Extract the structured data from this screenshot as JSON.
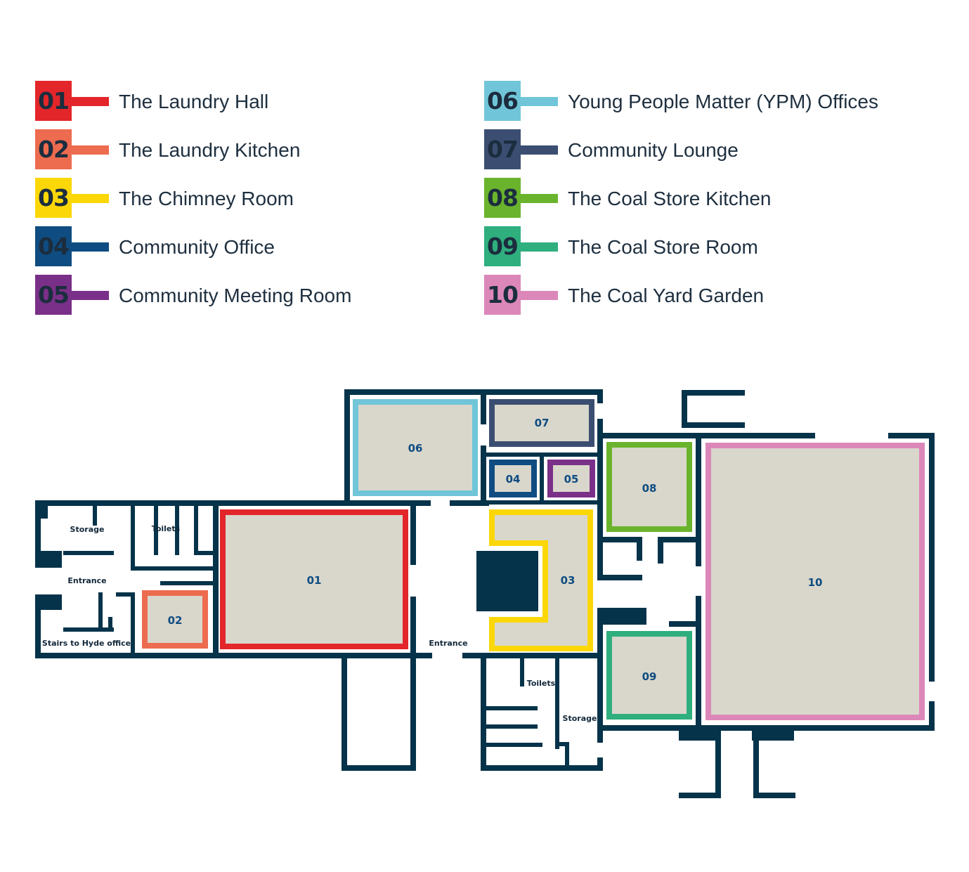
{
  "legend": [
    {
      "number": "01",
      "label": "The Laundry Hall",
      "color": "#e3262a"
    },
    {
      "number": "02",
      "label": "The Laundry Kitchen",
      "color": "#ed6b4f"
    },
    {
      "number": "03",
      "label": "The Chimney Room",
      "color": "#fcd707"
    },
    {
      "number": "04",
      "label": "Community Office",
      "color": "#0f4c81"
    },
    {
      "number": "05",
      "label": "Community Meeting Room",
      "color": "#7a3088"
    },
    {
      "number": "06",
      "label": "Young People Matter (YPM) Offices",
      "color": "#70c6d8"
    },
    {
      "number": "07",
      "label": "Community Lounge",
      "color": "#3b4e72"
    },
    {
      "number": "08",
      "label": "The Coal Store Kitchen",
      "color": "#6ab42d"
    },
    {
      "number": "09",
      "label": "The Coal Store Room",
      "color": "#2fae7e"
    },
    {
      "number": "10",
      "label": "The Coal Yard Garden",
      "color": "#dc87b9"
    }
  ],
  "plan": {
    "wall_color": "#04334a",
    "room_fill": "#d9d7cc",
    "rooms": {
      "r01": "01",
      "r02": "02",
      "r03": "03",
      "r04": "04",
      "r05": "05",
      "r06": "06",
      "r07": "07",
      "r08": "08",
      "r09": "09",
      "r10": "10"
    },
    "labels": {
      "storage_west": "Storage",
      "toilets_west": "Toilets",
      "entrance_west": "Entrance",
      "stairs": "Stairs to Hyde office",
      "entrance_center": "Entrance",
      "toilets_south": "Toilets",
      "storage_south": "Storage"
    }
  }
}
